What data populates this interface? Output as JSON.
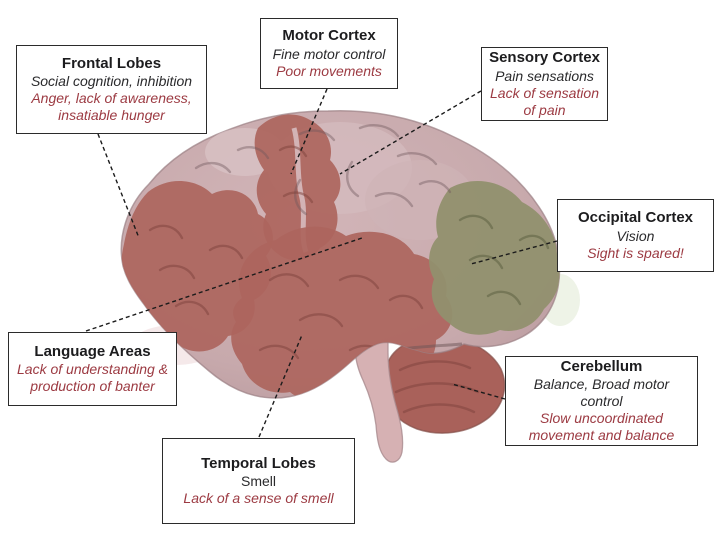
{
  "figure": {
    "type": "annotated-brain-diagram",
    "background": "#ffffff",
    "description_visible_text_only": true
  },
  "colors": {
    "box_background": "#ffffff",
    "box_border": "#2b2b2b",
    "title_text": "#1c1c1e",
    "function_text": "#2a2a2c",
    "deficit_text": "#9c3a42",
    "connector_line": "#1b1b1b",
    "brain_base": "#c7a9ac",
    "brain_highlight": "#d8bec1",
    "brain_red_region": "#ac655d",
    "brain_green_region": "#91906e",
    "cerebellum_red": "#a9615a",
    "brainstem_pink": "#d6b1b3"
  },
  "labels": [
    {
      "id": "frontal",
      "title": "Frontal Lobes",
      "function": "Social cognition, inhibition",
      "deficit": "Anger, lack of awareness, insatiable hunger"
    },
    {
      "id": "motor",
      "title": "Motor Cortex",
      "function": "Fine motor control",
      "deficit": "Poor movements"
    },
    {
      "id": "sensory",
      "title": "Sensory Cortex",
      "function": "Pain sensations",
      "deficit": "Lack of sensation of pain"
    },
    {
      "id": "occipital",
      "title": "Occipital Cortex",
      "function": "Vision",
      "deficit": "Sight is spared!"
    },
    {
      "id": "language",
      "title": "Language Areas",
      "function": "",
      "deficit": "Lack of understanding & production of banter"
    },
    {
      "id": "cerebellum",
      "title": "Cerebellum",
      "function": "Balance, Broad motor control",
      "deficit": "Slow uncoordinated movement and balance"
    },
    {
      "id": "temporal",
      "title": "Temporal Lobes",
      "function": "Smell",
      "deficit": "Lack of a sense of smell"
    }
  ],
  "brain_regions_highlighted": {
    "red_damaged": [
      "Frontal Lobes",
      "Motor Cortex",
      "Language Areas",
      "Temporal Lobes",
      "Cerebellum"
    ],
    "green_spared": [
      "Occipital Cortex"
    ]
  }
}
